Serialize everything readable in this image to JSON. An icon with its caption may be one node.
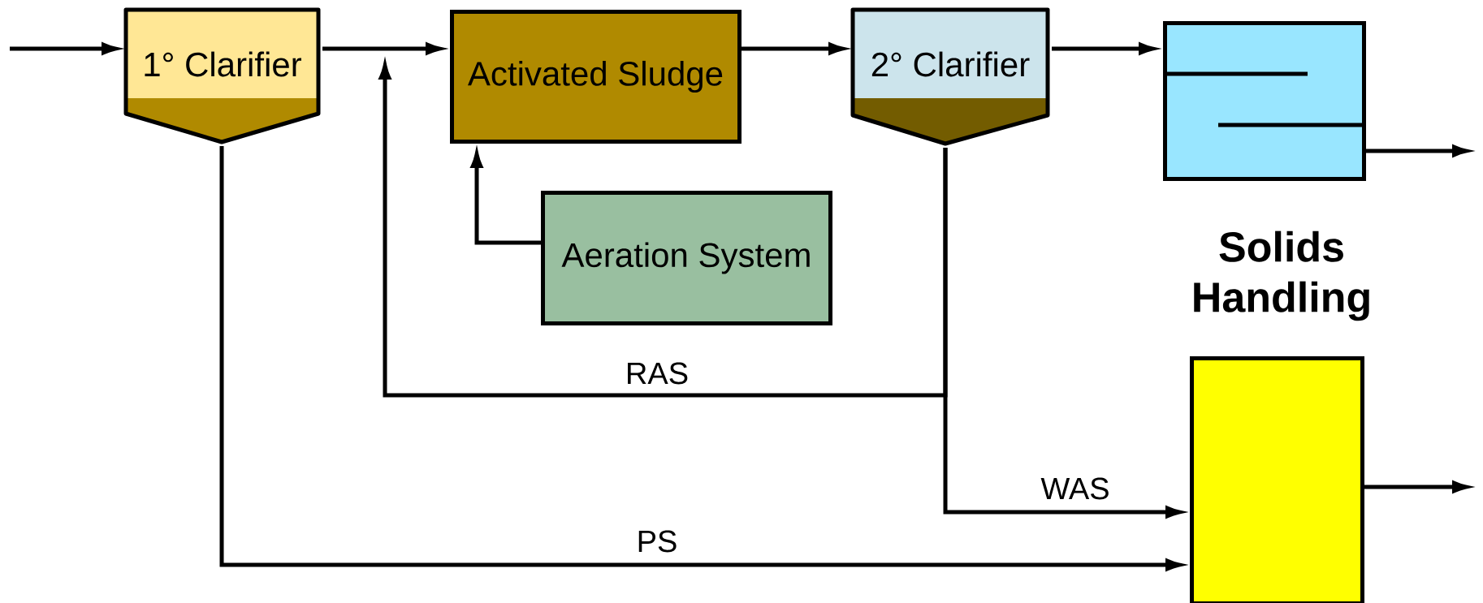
{
  "diagram": {
    "nodes": [
      {
        "text": [
          "1° Clarifier"
        ]
      },
      {
        "text": [
          "Activated Sludge"
        ]
      },
      {
        "text": [
          "Aeration System"
        ]
      },
      {
        "text": [
          "2° Clarifier"
        ]
      },
      {
        "text": [],
        "shape": "box"
      },
      {
        "text": [
          "Solids Handling"
        ]
      }
    ],
    "edges": [
      {
        "from": null,
        "to": 0,
        "arrow": "to"
      },
      {
        "from": 0,
        "to": 1,
        "arrow": "to"
      },
      {
        "from": 1,
        "to": 3,
        "arrow": "to"
      },
      {
        "from": 3,
        "to": 4,
        "arrow": "to"
      },
      {
        "from": 4,
        "to": null,
        "arrow": "to"
      },
      {
        "from": 2,
        "to": 1,
        "arrow": "to"
      },
      {
        "from": 3,
        "to": 1,
        "arrow": "to",
        "label": "RAS"
      },
      {
        "from": 3,
        "to": 5,
        "arrow": "to",
        "label": "WAS"
      },
      {
        "from": 0,
        "to": 5,
        "arrow": "to",
        "label": "PS"
      },
      {
        "from": 5,
        "to": null,
        "arrow": "to"
      }
    ]
  }
}
